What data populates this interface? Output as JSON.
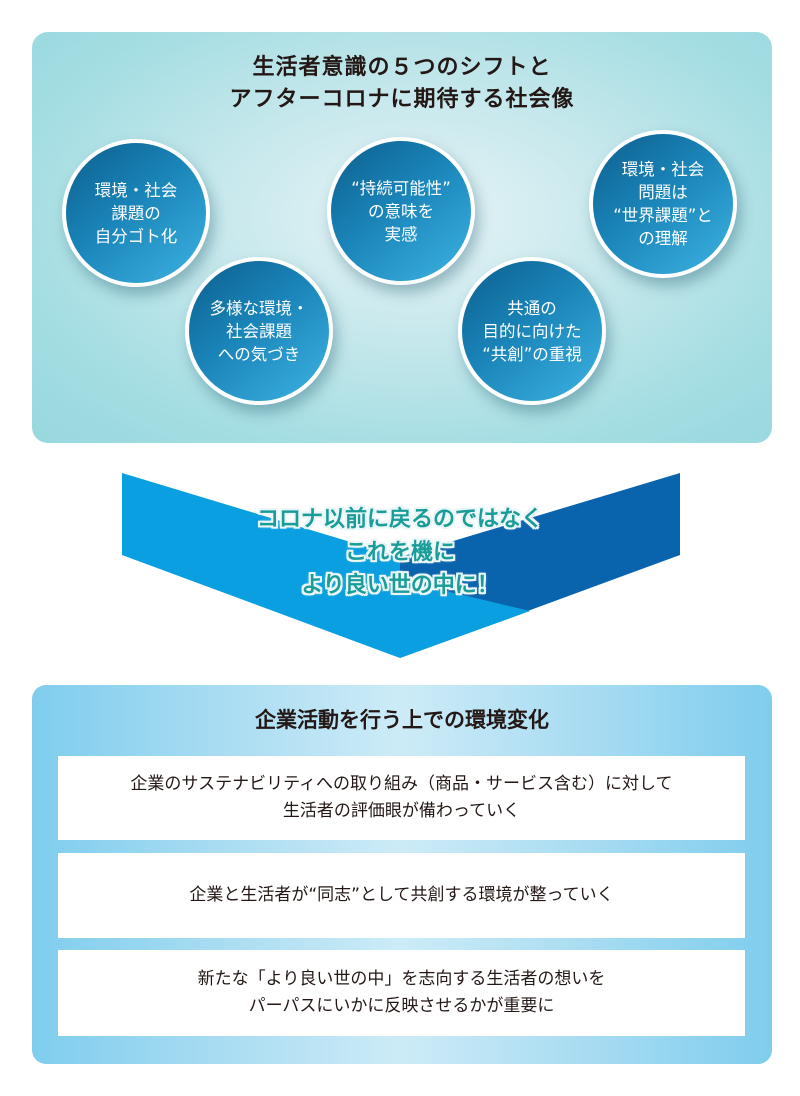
{
  "top_section": {
    "title_lines": [
      "生活者意識の５つのシフトと",
      "アフターコロナに期待する社会像"
    ],
    "shifts": [
      {
        "lines": [
          "環境・社会",
          "課題の",
          "自分ゴト化"
        ]
      },
      {
        "lines": [
          "多様な環境・",
          "社会課題",
          "への気づき"
        ]
      },
      {
        "lines": [
          "“持続可能性”",
          "の意味を",
          "実感"
        ]
      },
      {
        "lines": [
          "共通の",
          "目的に向けた",
          "“共創”の重視"
        ]
      },
      {
        "lines": [
          "環境・社会",
          "問題は",
          "“世界課題”と",
          "の理解"
        ]
      }
    ],
    "colors": {
      "panel_bg": "#97d8de",
      "circle_dark": "#0d5f8e",
      "circle_light": "#3db3e2"
    }
  },
  "arrow": {
    "lines": [
      "コロナ以前に戻るのではなく",
      "これを機に",
      "より良い世の中に！"
    ],
    "colors": {
      "left": "#0a9fe0",
      "right": "#0a63ad",
      "text": "#1a9c99"
    }
  },
  "bottom_section": {
    "title": "企業活動を行う上での環境変化",
    "items": [
      {
        "lines": [
          "企業のサステナビリティへの取り組み（商品・サービス含む）に対して",
          "生活者の評価眼が備わっていく"
        ]
      },
      {
        "lines": [
          "企業と生活者が“同志”として共創する環境が整っていく"
        ]
      },
      {
        "lines": [
          "新たな「より良い世の中」を志向する生活者の想いを",
          "パーパスにいかに反映させるかが重要に"
        ]
      }
    ],
    "colors": {
      "panel_edge": "#7fcdee",
      "panel_center": "#cdebf7"
    }
  }
}
